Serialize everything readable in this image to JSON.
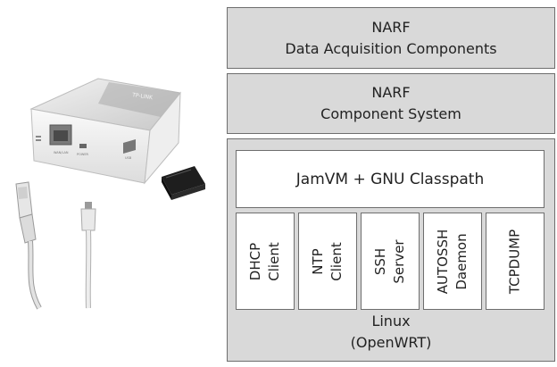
{
  "layers": {
    "acquisition": {
      "line1": "NARF",
      "line2": "Data Acquisition Components"
    },
    "component_system": {
      "line1": "NARF",
      "line2": "Component System"
    },
    "jvm": "JamVM + GNU Classpath",
    "services": [
      {
        "line1": "DHCP",
        "line2": "Client"
      },
      {
        "line1": "NTP",
        "line2": "Client"
      },
      {
        "line1": "SSH",
        "line2": "Server"
      },
      {
        "line1": "AUTOSSH",
        "line2": "Daemon"
      },
      {
        "line1": "TCPDUMP",
        "line2": ""
      }
    ],
    "linux": {
      "line1": "Linux",
      "line2": "(OpenWRT)"
    }
  },
  "hardware": {
    "router_brand": "TP-LINK",
    "port_labels": {
      "wan_lan": "WAN/LAN",
      "power": "POWER",
      "usb": "USB"
    }
  },
  "colors": {
    "layer_fill": "#d9d9d9",
    "box_fill": "#ffffff",
    "border": "#6e6e6e"
  }
}
